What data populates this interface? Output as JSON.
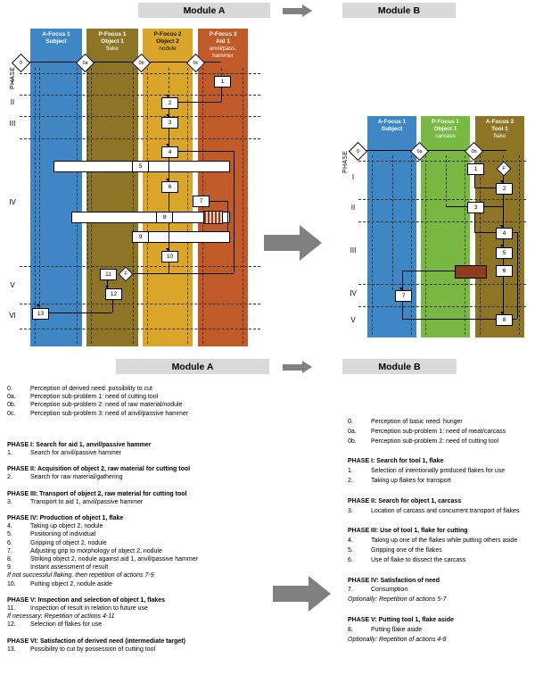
{
  "colors": {
    "gray_bar": "#d9d9d9",
    "arrow": "#808080",
    "blue": "#3e87c4",
    "dark_gold": "#8e7425",
    "gold": "#d9a62a",
    "orange_red": "#c05a28",
    "green": "#79b843",
    "strike": "#8e3b20"
  },
  "top_headers": {
    "module_a": "Module A",
    "module_b": "Module B"
  },
  "bottom_headers": {
    "module_a": "Module A",
    "module_b": "Module B"
  },
  "diagram_a": {
    "phase_axis": "PHASE",
    "phases": [
      "I",
      "II",
      "III",
      "IV",
      "V",
      "VI"
    ],
    "start_nodes": [
      "0",
      "0a",
      "0b",
      "0c"
    ],
    "columns": [
      {
        "lines": [
          "A-Focus 1",
          "Subject"
        ]
      },
      {
        "lines": [
          "P-Focus 1",
          "Object 1",
          "flake"
        ]
      },
      {
        "lines": [
          "P-Focus 2",
          "Object 2",
          "nodule"
        ]
      },
      {
        "lines": [
          "P-Focus 3",
          "Aid 1",
          "anvil/pass.",
          "hammer"
        ]
      }
    ],
    "boxes": [
      "1",
      "2",
      "3",
      "4",
      "5",
      "6",
      "7",
      "8",
      "9",
      "10",
      "11",
      "F",
      "12",
      "13"
    ]
  },
  "diagram_b": {
    "phase_axis": "PHASE",
    "phases": [
      "I",
      "II",
      "III",
      "IV",
      "V"
    ],
    "start_nodes": [
      "0",
      "0a",
      "0b"
    ],
    "columns": [
      {
        "lines": [
          "A-Focus 1",
          "Subject"
        ]
      },
      {
        "lines": [
          "P-Focus 1",
          "Object 1",
          "carcass"
        ]
      },
      {
        "lines": [
          "A-Focus 2",
          "Tool 1",
          "flake"
        ]
      }
    ],
    "boxes": [
      "1",
      "F",
      "2",
      "3",
      "4",
      "5",
      "6",
      "7",
      "8"
    ]
  },
  "legend_a": {
    "rows": [
      {
        "style": "item",
        "num": "0.",
        "text": "Perception of derived need: possibility to cut"
      },
      {
        "style": "item",
        "num": "0a.",
        "text": "Perception sub-problem 1: need of cutting tool"
      },
      {
        "style": "item",
        "num": "0b.",
        "text": "Perception sub-problem 2: need of raw material/nodule"
      },
      {
        "style": "item",
        "num": "0c.",
        "text": "Perception sub-problem 3: need of anvil/passive hammer"
      },
      {
        "style": "gap-large"
      },
      {
        "style": "heading",
        "text": "PHASE I: Search for aid 1, anvil/passive hammer"
      },
      {
        "style": "item",
        "num": "1.",
        "text": "Search for anvil/passive hammer"
      },
      {
        "style": "gap"
      },
      {
        "style": "heading",
        "text": "PHASE II: Acquisition of object 2, raw material for cutting tool"
      },
      {
        "style": "item",
        "num": "2.",
        "text": "Search for raw material/gathering"
      },
      {
        "style": "gap"
      },
      {
        "style": "heading",
        "text": "PHASE III: Transport of object 2, raw material for cutting tool"
      },
      {
        "style": "item",
        "num": "3.",
        "text": "Transport to aid 1, anvil/passive hammer"
      },
      {
        "style": "gap"
      },
      {
        "style": "heading",
        "text": "PHASE IV: Production of object 1, flake"
      },
      {
        "style": "item",
        "num": "4.",
        "text": "Taking up object 2, nodule"
      },
      {
        "style": "item",
        "num": "5.",
        "text": "Positioning of individual"
      },
      {
        "style": "item",
        "num": "6.",
        "text": "Gripping of object 2, nodule"
      },
      {
        "style": "item",
        "num": "7.",
        "text": "Adjusting grip to morphology of object 2, nodule"
      },
      {
        "style": "item",
        "num": "8.",
        "text": "Striking object 2, nodule against aid 1, anvil/passive hammer"
      },
      {
        "style": "item",
        "num": "9.",
        "text": "Instant assessment of result"
      },
      {
        "style": "note",
        "text": "If not successful flaking, then repetition of actions 7-9"
      },
      {
        "style": "item",
        "num": "10.",
        "text": "Putting object 2, nodule aside"
      },
      {
        "style": "gap"
      },
      {
        "style": "heading",
        "text": "PHASE V: Inspection and selection of object 1, flakes"
      },
      {
        "style": "item",
        "num": "11.",
        "text": "Inspection of result in relation to future use"
      },
      {
        "style": "note",
        "text": "If necessary: Repetition of actions 4-11"
      },
      {
        "style": "item",
        "num": "12.",
        "text": "Selection of flakes for use"
      },
      {
        "style": "gap"
      },
      {
        "style": "heading",
        "text": "PHASE VI: Satisfaction of derived need (intermediate target)"
      },
      {
        "style": "item",
        "num": "13.",
        "text": "Possibility to cut by possession of cutting tool"
      }
    ]
  },
  "legend_b": {
    "rows": [
      {
        "style": "item",
        "num": "0.",
        "text": "Perception of basic need: hunger"
      },
      {
        "style": "item",
        "num": "0a.",
        "text": "Perception sub-problem 1: need of meat/carcass"
      },
      {
        "style": "item",
        "num": "0b.",
        "text": "Perception sub-problem 2: need of cutting tool"
      },
      {
        "style": "gap"
      },
      {
        "style": "heading",
        "text": "PHASE I: Search for tool 1, flake"
      },
      {
        "style": "item",
        "num": "1.",
        "text": "Selection of intentionally produced flakes for use"
      },
      {
        "style": "item",
        "num": "2.",
        "text": "Taking up flakes for transport"
      },
      {
        "style": "gap"
      },
      {
        "style": "heading",
        "text": "PHASE II: Search for object 1, carcass"
      },
      {
        "style": "item",
        "num": "3.",
        "text": "Location of carcass and concurrent transport of flakes"
      },
      {
        "style": "gap"
      },
      {
        "style": "heading",
        "text": "PHASE III: Use of tool 1, flake for cutting"
      },
      {
        "style": "item",
        "num": "4.",
        "text": "Taking up one of the flakes while putting others aside"
      },
      {
        "style": "item",
        "num": "5.",
        "text": "Gripping one of the flakes"
      },
      {
        "style": "item",
        "num": "6.",
        "text": "Use of flake to dissect the carcass"
      },
      {
        "style": "gap"
      },
      {
        "style": "heading",
        "text": "PHASE IV: Satisfaction of need"
      },
      {
        "style": "item",
        "num": "7.",
        "text": "Consumption"
      },
      {
        "style": "note",
        "text": "Optionally: Repetition of actions 5-7"
      },
      {
        "style": "gap"
      },
      {
        "style": "heading",
        "text": "PHASE V: Putting tool 1, flake aside"
      },
      {
        "style": "item",
        "num": "8.",
        "text": "Putting flake aside"
      },
      {
        "style": "note",
        "text": "Optionally: Repetition of actions 4-8"
      }
    ]
  }
}
